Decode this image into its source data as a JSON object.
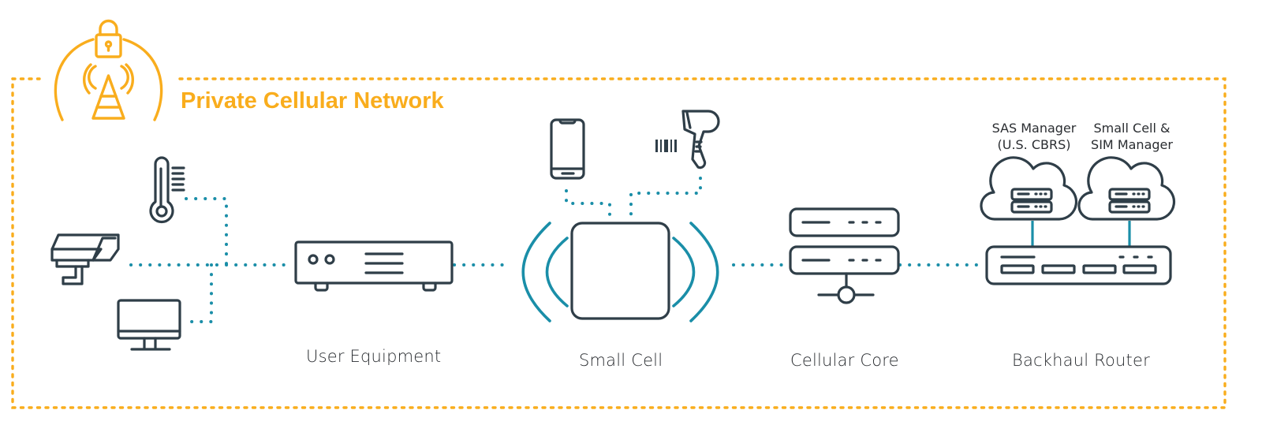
{
  "diagram": {
    "title": "Private Cellular Network",
    "colors": {
      "accent": "#f9ad1d",
      "link": "#1a8ea8",
      "icon": "#2f3e48",
      "text": "#2a2d31"
    },
    "nodes": {
      "user_equipment": {
        "label": "User Equipment",
        "icon": "set-top-box-icon"
      },
      "small_cell": {
        "label": "Small Cell",
        "icon": "small-cell-icon"
      },
      "cellular_core": {
        "label": "Cellular Core",
        "icon": "server-stack-icon"
      },
      "backhaul_router": {
        "label": "Backhaul Router",
        "icon": "router-icon"
      },
      "sas_manager": {
        "label_line1": "SAS Manager",
        "label_line2": "(U.S. CBRS)",
        "icon": "cloud-server-icon"
      },
      "sim_manager": {
        "label_line1": "Small Cell &",
        "label_line2": "SIM Manager",
        "icon": "cloud-server-icon"
      }
    },
    "devices": [
      {
        "name": "thermometer-sensor",
        "icon": "thermometer-icon"
      },
      {
        "name": "security-camera",
        "icon": "camera-icon"
      },
      {
        "name": "desktop-monitor",
        "icon": "monitor-icon"
      },
      {
        "name": "smartphone",
        "icon": "phone-icon"
      },
      {
        "name": "barcode-scanner",
        "icon": "barcode-scanner-icon"
      }
    ],
    "badge_icon": "locked-tower-icon"
  }
}
